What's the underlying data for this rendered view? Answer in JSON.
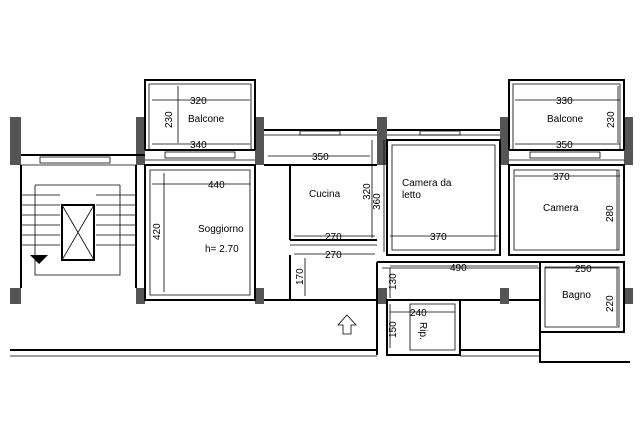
{
  "rooms": {
    "balcone_left": "Balcone",
    "balcone_right": "Balcone",
    "soggiorno": "Soggiorno",
    "soggiorno_height": "h= 2.70",
    "cucina": "Cucina",
    "camera_da_letto_1": "Camera da",
    "camera_da_letto_2": "letto",
    "camera": "Camera",
    "bagno": "Bagno",
    "rip": "Rip."
  },
  "dimensions": {
    "d320": "320",
    "d230_left": "230",
    "d340": "340",
    "d440": "440",
    "d420": "420",
    "d350_mid": "350",
    "d320_vert": "320",
    "d360": "360",
    "d270_a": "270",
    "d270_b": "270",
    "d170": "170",
    "d370_mid": "370",
    "d130": "130",
    "d490": "490",
    "d240": "240",
    "d150": "150",
    "d330": "330",
    "d230_right": "230",
    "d350_right": "350",
    "d370_right": "370",
    "d280": "280",
    "d250": "250",
    "d220": "220"
  },
  "icons": {
    "north_arrow": "up-arrow-icon",
    "stair_down": "down-triangle-icon",
    "elevator": "elevator-x-icon"
  }
}
